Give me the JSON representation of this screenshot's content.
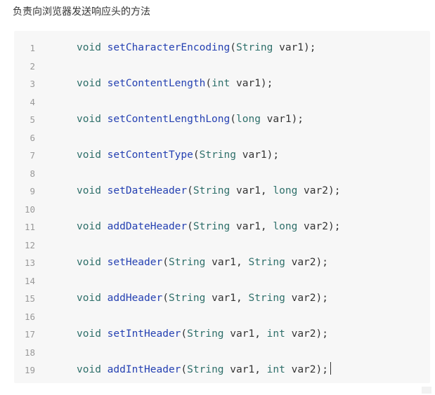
{
  "heading": "负责向浏览器发送响应头的方法",
  "code": {
    "lines": [
      {
        "num": "1",
        "parts": [
          [
            "void ",
            "type"
          ],
          [
            "setCharacterEncoding",
            "method"
          ],
          [
            "(",
            "txt"
          ],
          [
            "String",
            "class"
          ],
          [
            " var1);",
            "txt"
          ]
        ]
      },
      {
        "num": "2",
        "parts": []
      },
      {
        "num": "3",
        "parts": [
          [
            "void ",
            "type"
          ],
          [
            "setContentLength",
            "method"
          ],
          [
            "(",
            "txt"
          ],
          [
            "int",
            "type"
          ],
          [
            " var1);",
            "txt"
          ]
        ]
      },
      {
        "num": "4",
        "parts": []
      },
      {
        "num": "5",
        "parts": [
          [
            "void ",
            "type"
          ],
          [
            "setContentLengthLong",
            "method"
          ],
          [
            "(",
            "txt"
          ],
          [
            "long",
            "type"
          ],
          [
            " var1);",
            "txt"
          ]
        ]
      },
      {
        "num": "6",
        "parts": []
      },
      {
        "num": "7",
        "parts": [
          [
            "void ",
            "type"
          ],
          [
            "setContentType",
            "method"
          ],
          [
            "(",
            "txt"
          ],
          [
            "String",
            "class"
          ],
          [
            " var1);",
            "txt"
          ]
        ]
      },
      {
        "num": "8",
        "parts": []
      },
      {
        "num": "9",
        "parts": [
          [
            "void ",
            "type"
          ],
          [
            "setDateHeader",
            "method"
          ],
          [
            "(",
            "txt"
          ],
          [
            "String",
            "class"
          ],
          [
            " var1, ",
            "txt"
          ],
          [
            "long",
            "type"
          ],
          [
            " var2);",
            "txt"
          ]
        ]
      },
      {
        "num": "10",
        "parts": []
      },
      {
        "num": "11",
        "parts": [
          [
            "void ",
            "type"
          ],
          [
            "addDateHeader",
            "method"
          ],
          [
            "(",
            "txt"
          ],
          [
            "String",
            "class"
          ],
          [
            " var1, ",
            "txt"
          ],
          [
            "long",
            "type"
          ],
          [
            " var2);",
            "txt"
          ]
        ]
      },
      {
        "num": "12",
        "parts": []
      },
      {
        "num": "13",
        "parts": [
          [
            "void ",
            "type"
          ],
          [
            "setHeader",
            "method"
          ],
          [
            "(",
            "txt"
          ],
          [
            "String",
            "class"
          ],
          [
            " var1, ",
            "txt"
          ],
          [
            "String",
            "class"
          ],
          [
            " var2);",
            "txt"
          ]
        ]
      },
      {
        "num": "14",
        "parts": []
      },
      {
        "num": "15",
        "parts": [
          [
            "void ",
            "type"
          ],
          [
            "addHeader",
            "method"
          ],
          [
            "(",
            "txt"
          ],
          [
            "String",
            "class"
          ],
          [
            " var1, ",
            "txt"
          ],
          [
            "String",
            "class"
          ],
          [
            " var2);",
            "txt"
          ]
        ]
      },
      {
        "num": "16",
        "parts": []
      },
      {
        "num": "17",
        "parts": [
          [
            "void ",
            "type"
          ],
          [
            "setIntHeader",
            "method"
          ],
          [
            "(",
            "txt"
          ],
          [
            "String",
            "class"
          ],
          [
            " var1, ",
            "txt"
          ],
          [
            "int",
            "type"
          ],
          [
            " var2);",
            "txt"
          ]
        ]
      },
      {
        "num": "18",
        "parts": []
      },
      {
        "num": "19",
        "parts": [
          [
            "void ",
            "type"
          ],
          [
            "addIntHeader",
            "method"
          ],
          [
            "(",
            "txt"
          ],
          [
            "String",
            "class"
          ],
          [
            " var1, ",
            "txt"
          ],
          [
            "int",
            "type"
          ],
          [
            " var2);",
            "txt"
          ]
        ]
      }
    ]
  }
}
